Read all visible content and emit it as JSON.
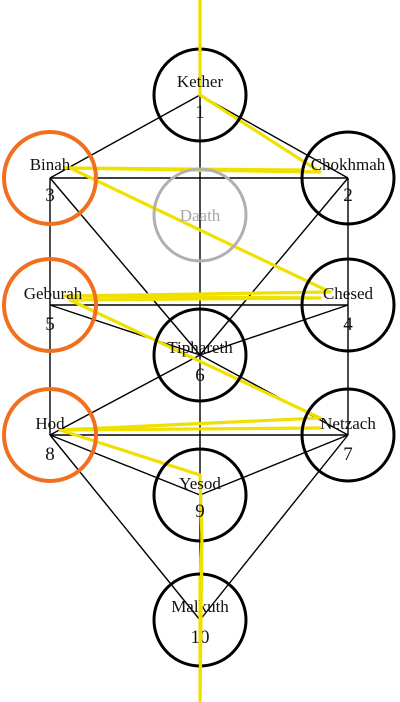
{
  "colors": {
    "background": "#ffffff",
    "node_stroke": "#000000",
    "highlight_stroke": "#f07020",
    "daath_stroke": "#b0b0b0",
    "path_line": "#000000",
    "lightning": "#f0e000"
  },
  "sephiroth": {
    "kether": {
      "name": "Kether",
      "number": "1"
    },
    "chokhmah": {
      "name": "Chokhmah",
      "number": "2"
    },
    "binah": {
      "name": "Binah",
      "number": "3"
    },
    "chesed": {
      "name": "Chesed",
      "number": "4"
    },
    "geburah": {
      "name": "Geburah",
      "number": "5"
    },
    "tiphareth": {
      "name": "Tiphareth",
      "number": "6"
    },
    "netzach": {
      "name": "Netzach",
      "number": "7"
    },
    "hod": {
      "name": "Hod",
      "number": "8"
    },
    "yesod": {
      "name": "Yesod",
      "number": "9"
    },
    "malkuth": {
      "name": "Malkuth",
      "number": "10"
    }
  },
  "daath": {
    "name": "Daath"
  }
}
